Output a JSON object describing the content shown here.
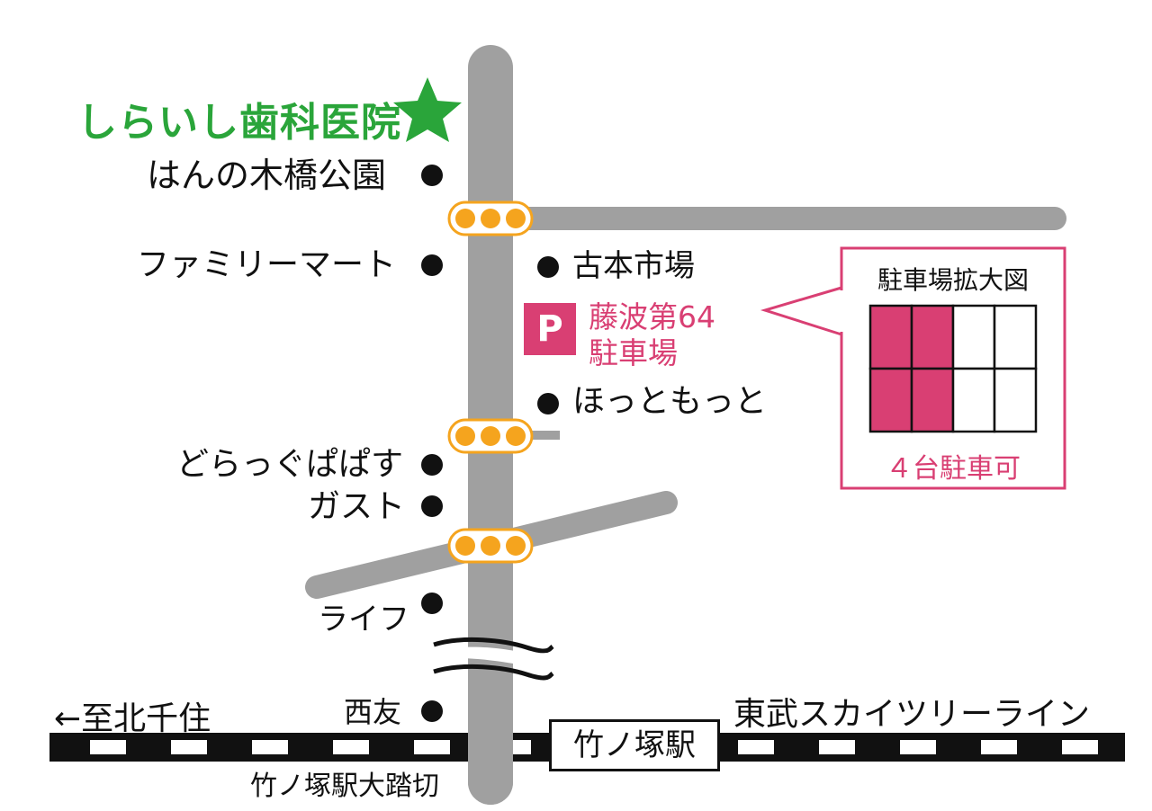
{
  "clinic": {
    "name": "しらいし歯科医院",
    "marker_icon": "star-icon",
    "color": "#2aa53a"
  },
  "landmarks": {
    "hannoki": "はんの木橋公園",
    "familymart": "ファミリーマート",
    "furumoto": "古本市場",
    "hottomotto": "ほっともっと",
    "doracchu": "どらっぐぱぱす",
    "gusto": "ガスト",
    "life": "ライフ",
    "nishitomo": "西友"
  },
  "parking": {
    "badge": "P",
    "name_line1": "藤波第64",
    "name_line2": "駐車場",
    "color": "#d93f73"
  },
  "parking_detail": {
    "title": "駐車場拡大図",
    "caption": "４台駐車可",
    "total_spaces": 8,
    "available_spaces": 4
  },
  "railway": {
    "line_name": "東武スカイツリーライン",
    "direction": "←至北千住",
    "station": "竹ノ塚駅",
    "crossing": "竹ノ塚駅大踏切"
  },
  "colors": {
    "road": "#a0a0a0",
    "signal": "#f5a41e",
    "parking": "#d93f73",
    "clinic": "#2aa53a"
  }
}
